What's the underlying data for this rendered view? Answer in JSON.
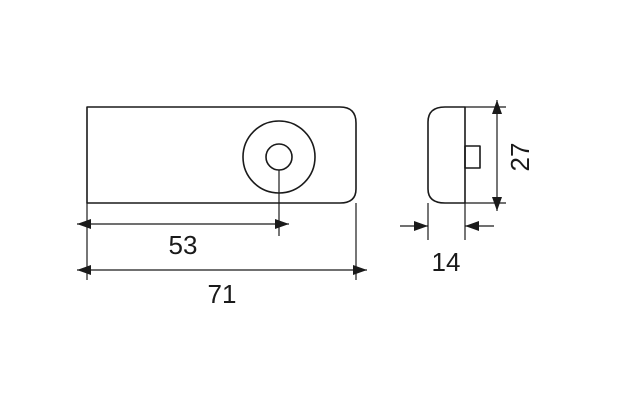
{
  "dimensions": {
    "d53": "53",
    "d71": "71",
    "d14": "14",
    "d27": "27"
  },
  "colors": {
    "line": "#1a1a1a",
    "background": "#ffffff"
  }
}
